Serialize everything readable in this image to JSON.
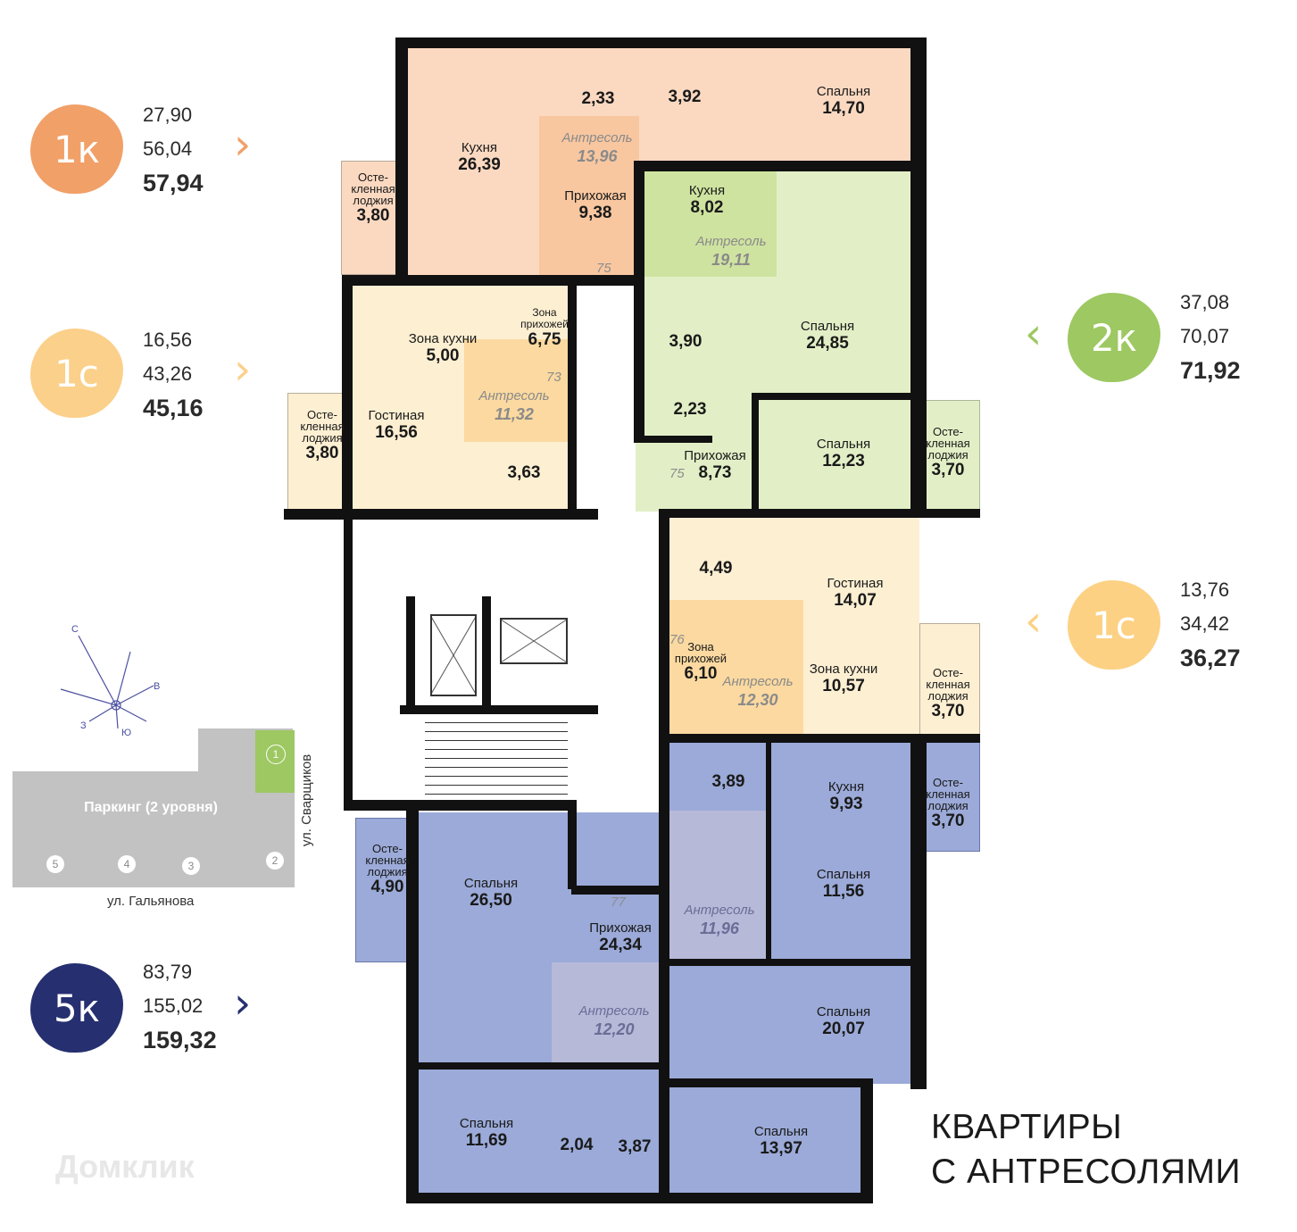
{
  "colors": {
    "k1": "#f1a068",
    "c1_top": "#fbd08a",
    "k2": "#9dc862",
    "c1_right": "#fcd184",
    "k5": "#262f6f",
    "peach": "#fbd9c1",
    "green": "#e2efc6",
    "yellow": "#fdefd2",
    "blue": "#9baad8"
  },
  "apartments": [
    {
      "badge": "1к",
      "living": "27,90",
      "area": "56,04",
      "total": "57,94"
    },
    {
      "badge": "1с",
      "living": "16,56",
      "area": "43,26",
      "total": "45,16"
    },
    {
      "badge": "2к",
      "living": "37,08",
      "area": "70,07",
      "total": "71,92"
    },
    {
      "badge": "1с",
      "living": "13,76",
      "area": "34,42",
      "total": "36,27"
    },
    {
      "badge": "5к",
      "living": "83,79",
      "area": "155,02",
      "total": "159,32"
    }
  ],
  "chevrons": {
    "right": "›",
    "left": "‹"
  },
  "rooms": {
    "r1_kitchen": {
      "name": "Кухня",
      "value": "26,39"
    },
    "r1_bath": {
      "value": "2,33"
    },
    "r1_bath2": {
      "value": "3,92"
    },
    "r1_bedroom": {
      "name": "Спальня",
      "value": "14,70"
    },
    "r1_ant": {
      "name": "Антресоль",
      "value": "13,96"
    },
    "r1_hall": {
      "name": "Прихожая",
      "value": "9,38"
    },
    "r1_loggia": {
      "name1": "Осте-",
      "name2": "кленная",
      "name3": "лоджия",
      "value": "3,80"
    },
    "r1_num": "75",
    "r2_kitchen": {
      "name": "Кухня",
      "value": "8,02"
    },
    "r2_ant": {
      "name": "Антресоль",
      "value": "19,11"
    },
    "r2_bedroom1": {
      "name": "Спальня",
      "value": "24,85"
    },
    "r2_bath1": {
      "value": "3,90"
    },
    "r2_bath2": {
      "value": "2,23"
    },
    "r2_hall": {
      "name": "Прихожая",
      "value": "8,73"
    },
    "r2_bedroom2": {
      "name": "Спальня",
      "value": "12,23"
    },
    "r2_loggia": {
      "name1": "Осте-",
      "name2": "кленная",
      "name3": "лоджия",
      "value": "3,70"
    },
    "r2_num": "75",
    "s1_kitchen": {
      "name": "Зона кухни",
      "value": "5,00"
    },
    "s1_hall": {
      "name1": "Зона",
      "name2": "прихожей",
      "value": "6,75"
    },
    "s1_ant": {
      "name": "Антресоль",
      "value": "11,32"
    },
    "s1_living": {
      "name": "Гостиная",
      "value": "16,56"
    },
    "s1_bath": {
      "value": "3,63"
    },
    "s1_loggia": {
      "name1": "Осте-",
      "name2": "кленная",
      "name3": "лоджия",
      "value": "3,80"
    },
    "s1_num": "73",
    "s2_bath": {
      "value": "4,49"
    },
    "s2_living": {
      "name": "Гостиная",
      "value": "14,07"
    },
    "s2_hall": {
      "name1": "Зона",
      "name2": "прихожей",
      "value": "6,10"
    },
    "s2_ant": {
      "name": "Антресоль",
      "value": "12,30"
    },
    "s2_kitchen": {
      "name": "Зона кухни",
      "value": "10,57"
    },
    "s2_loggia": {
      "name1": "Осте-",
      "name2": "кленная",
      "name3": "лоджия",
      "value": "3,70"
    },
    "s2_num": "76",
    "k5_bath1": {
      "value": "3,89"
    },
    "k5_kitchen": {
      "name": "Кухня",
      "value": "9,93"
    },
    "k5_loggia1": {
      "name1": "Осте-",
      "name2": "кленная",
      "name3": "лоджия",
      "value": "3,70"
    },
    "k5_bedroom1": {
      "name": "Спальня",
      "value": "11,56"
    },
    "k5_ant1": {
      "name": "Антресоль",
      "value": "11,96"
    },
    "k5_bedroom_big": {
      "name": "Спальня",
      "value": "26,50"
    },
    "k5_loggia2": {
      "name1": "Осте-",
      "name2": "кленная",
      "name3": "лоджия",
      "value": "4,90"
    },
    "k5_hall": {
      "name": "Прихожая",
      "value": "24,34"
    },
    "k5_num": "77",
    "k5_ant2": {
      "name": "Антресоль",
      "value": "12,20"
    },
    "k5_bedroom2": {
      "name": "Спальня",
      "value": "20,07"
    },
    "k5_bedroom3": {
      "name": "Спальня",
      "value": "11,69"
    },
    "k5_bath2": {
      "value": "2,04"
    },
    "k5_bath3": {
      "value": "3,87"
    },
    "k5_bedroom4": {
      "name": "Спальня",
      "value": "13,97"
    }
  },
  "compass": {
    "n": "С",
    "e": "В",
    "s": "Ю",
    "w": "З"
  },
  "site": {
    "parking": "Паркинг (2 уровня)",
    "sections": [
      "1",
      "2",
      "3",
      "4",
      "5"
    ],
    "street_right": "ул. Сварщиков",
    "street_bottom": "ул. Гальянова"
  },
  "caption": {
    "line1": "КВАРТИРЫ",
    "line2": "С АНТРЕСОЛЯМИ"
  },
  "watermark": "Домклик"
}
